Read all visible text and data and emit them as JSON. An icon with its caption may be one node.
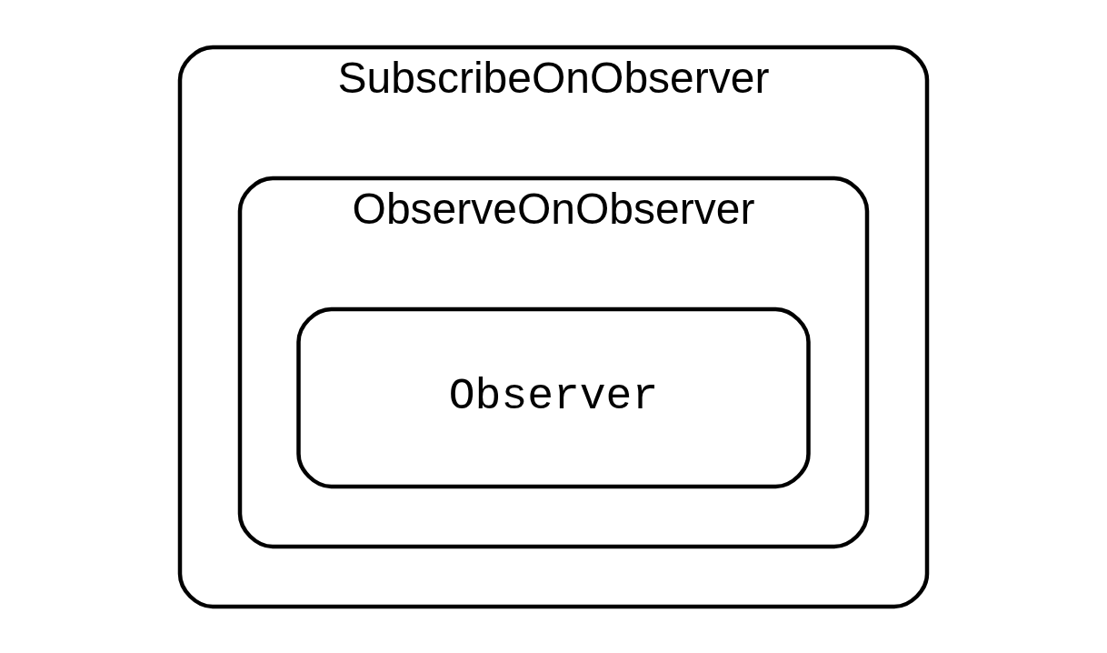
{
  "diagram": {
    "nodes": [
      {
        "text": [
          "SubscribeOnObserver"
        ]
      },
      {
        "text": [
          "ObserveOnObserver"
        ],
        "in": 0
      },
      {
        "text": [
          "Observer"
        ],
        "in": 1
      }
    ]
  }
}
